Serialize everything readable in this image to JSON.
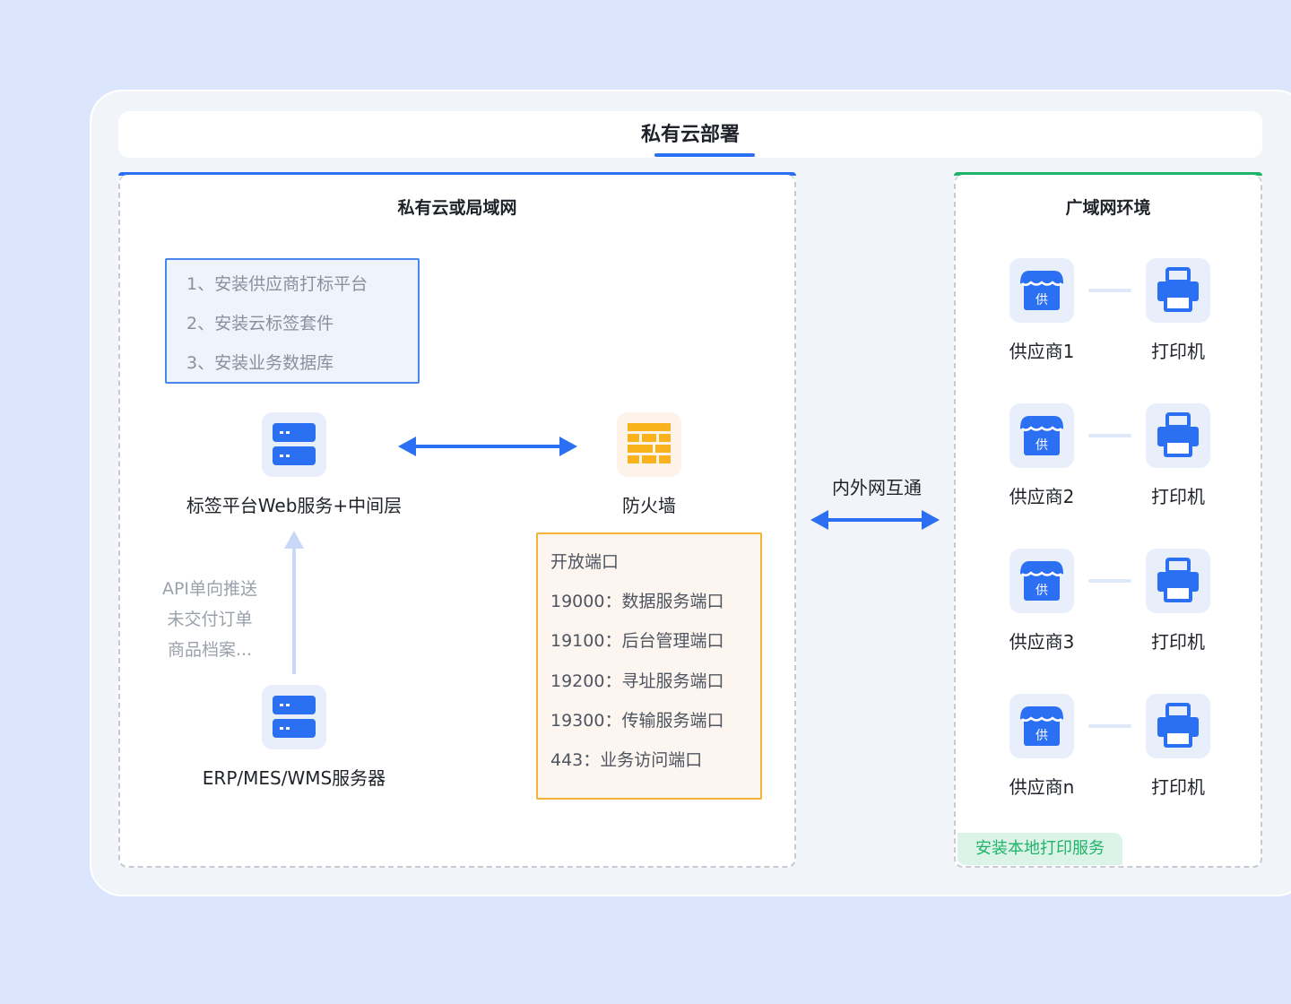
{
  "header": {
    "title": "私有云部署"
  },
  "lan_panel": {
    "title": "私有云或局域网",
    "steps": [
      "1、安装供应商打标平台",
      "2、安装云标签套件",
      "3、安装业务数据库"
    ],
    "web_server_label": "标签平台Web服务+中间层",
    "firewall_label": "防火墙",
    "api_lines": [
      "API单向推送",
      "未交付订单",
      "商品档案..."
    ],
    "erp_label": "ERP/MES/WMS服务器",
    "ports": {
      "title": "开放端口",
      "items": [
        "19000：数据服务端口",
        "19100：后台管理端口",
        "19200：寻址服务端口",
        "19300：传输服务端口",
        "443：业务访问端口"
      ]
    }
  },
  "bridge": {
    "label": "内外网互通"
  },
  "wan_panel": {
    "title": "广域网环境",
    "supplier_icon_text": "供",
    "rows": [
      {
        "supplier": "供应商1",
        "printer": "打印机"
      },
      {
        "supplier": "供应商2",
        "printer": "打印机"
      },
      {
        "supplier": "供应商3",
        "printer": "打印机"
      },
      {
        "supplier": "供应商n",
        "printer": "打印机"
      }
    ],
    "badge": "安装本地打印服务"
  },
  "colors": {
    "background": "#dbe6fd",
    "accent_blue": "#2b6ff2",
    "accent_green": "#1fb46a",
    "accent_orange": "#f5b234",
    "firewall_yellow": "#f8b21c"
  }
}
